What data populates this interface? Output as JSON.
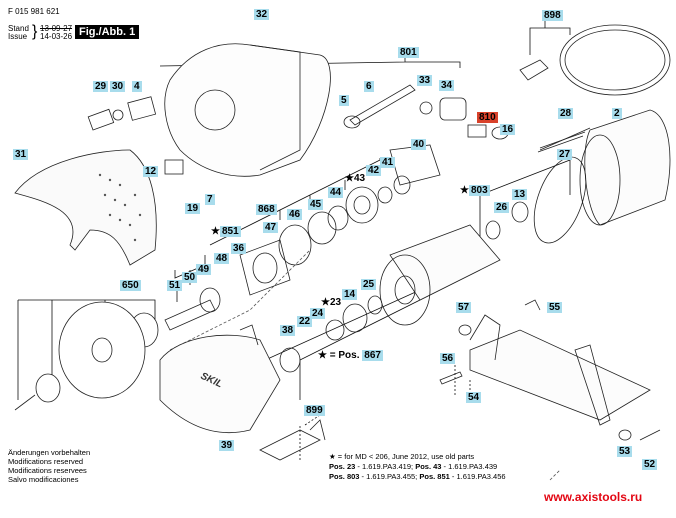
{
  "header": {
    "part_number": "F 015 981 621",
    "stand_label": "Stand",
    "issue_label": "Issue",
    "stand_date": "13-09-27",
    "issue_date": "14-03-26",
    "figure_label": "Fig./Abb. 1"
  },
  "callouts": [
    {
      "id": "32"
    },
    {
      "id": "801"
    },
    {
      "id": "6"
    },
    {
      "id": "5"
    },
    {
      "id": "33"
    },
    {
      "id": "34"
    },
    {
      "id": "898"
    },
    {
      "id": "810",
      "highlight": "red"
    },
    {
      "id": "16"
    },
    {
      "id": "28"
    },
    {
      "id": "2"
    },
    {
      "id": "29"
    },
    {
      "id": "30"
    },
    {
      "id": "4"
    },
    {
      "id": "31"
    },
    {
      "id": "12"
    },
    {
      "id": "19"
    },
    {
      "id": "7"
    },
    {
      "id": "868"
    },
    {
      "id": "40"
    },
    {
      "id": "41"
    },
    {
      "id": "42"
    },
    {
      "id": "43",
      "star": true
    },
    {
      "id": "44"
    },
    {
      "id": "45"
    },
    {
      "id": "46"
    },
    {
      "id": "47"
    },
    {
      "id": "851",
      "star": true
    },
    {
      "id": "36"
    },
    {
      "id": "48"
    },
    {
      "id": "49"
    },
    {
      "id": "50"
    },
    {
      "id": "51"
    },
    {
      "id": "650"
    },
    {
      "id": "803",
      "star": true
    },
    {
      "id": "27"
    },
    {
      "id": "26"
    },
    {
      "id": "13"
    },
    {
      "id": "25"
    },
    {
      "id": "14"
    },
    {
      "id": "23",
      "star": true
    },
    {
      "id": "24"
    },
    {
      "id": "22"
    },
    {
      "id": "38"
    },
    {
      "id": "867"
    },
    {
      "id": "57"
    },
    {
      "id": "55"
    },
    {
      "id": "56"
    },
    {
      "id": "54"
    },
    {
      "id": "53"
    },
    {
      "id": "52"
    },
    {
      "id": "899"
    },
    {
      "id": "39"
    }
  ],
  "legend": {
    "star_eq": "★ = Pos.",
    "star_pos": "867"
  },
  "notes": {
    "line1": "★ = for MD < 206, June 2012, use old parts",
    "pos_label": "Pos.",
    "p23": "23",
    "p23_val": " - 1.619.PA3.419; ",
    "p43": "43",
    "p43_val": " - 1.619.PA3.439",
    "p803": "803",
    "p803_val": " - 1.619.PA3.455; ",
    "p851": "851",
    "p851_val": " - 1.619.PA3.456"
  },
  "modifications": [
    "Änderungen vorbehalten",
    "Modifications reserved",
    "Modifications reservees",
    "Salvo modificaciones"
  ],
  "brand_text": "SKIL",
  "website": "www.axistools.ru",
  "colors": {
    "callout_bg": "#a8dcec",
    "callout_highlight": "#d9422b",
    "website": "#e30613"
  }
}
